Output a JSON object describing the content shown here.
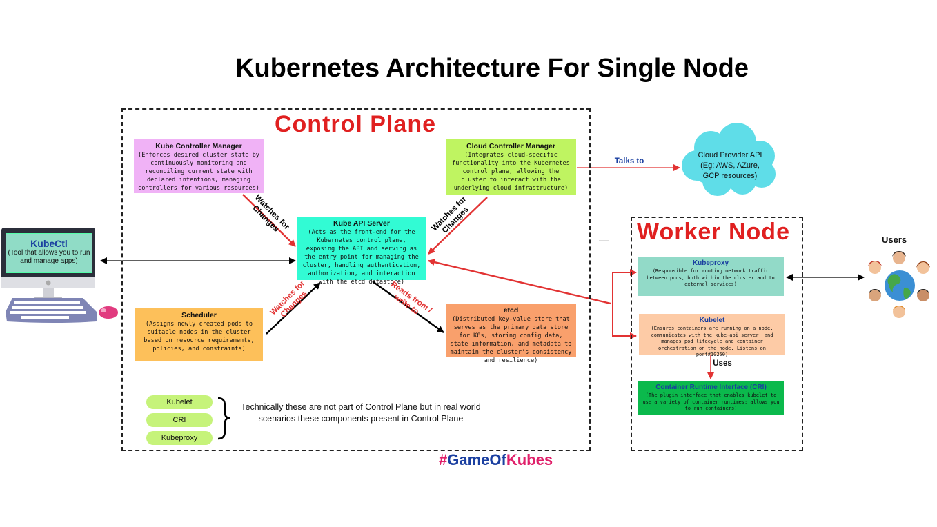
{
  "title": "Kubernetes Architecture For Single Node",
  "control_plane": {
    "label": "Control Plane",
    "kube_controller_manager": {
      "title": "Kube Controller Manager",
      "desc": "(Enforces desired cluster state by continuously monitoring and reconciling current state with declared intentions, managing controllers for various resources)"
    },
    "cloud_controller_manager": {
      "title": "Cloud Controller Manager",
      "desc": "(Integrates cloud-specific functionality into the Kubernetes control plane, allowing the cluster to interact with the underlying cloud infrastructure)"
    },
    "kube_api_server": {
      "title": "Kube API Server",
      "desc": "(Acts as the front-end for the Kubernetes control plane, exposing the API and serving as the entry point for managing the cluster, handling authentication, authorization, and interaction with the etcd datastore)"
    },
    "scheduler": {
      "title": "Scheduler",
      "desc": "(Assigns newly created pods to suitable nodes in the cluster based on resource requirements, policies, and constraints)"
    },
    "etcd": {
      "title": "etcd",
      "desc": "(Distributed key-value store that serves as the primary data store for K8s, storing config data, state information, and metadata to maintain the cluster's consistency and resilience)"
    },
    "pills": [
      "Kubelet",
      "CRI",
      "Kubeproxy"
    ],
    "note": "Technically these are not part of Control Plane but in real world scenarios these components present in Control Plane"
  },
  "edge_labels": {
    "watches_kcm": "Watches for Changes",
    "watches_ccm": "Watches for Changes",
    "watches_sched": "Watches for Changes",
    "reads_writes": "Reads from / write to",
    "talks_to": "Talks to",
    "uses": "Uses"
  },
  "cloud_provider": {
    "text": "Cloud Provider API (Eg: AWS, AZure, GCP resources)"
  },
  "worker_node": {
    "label": "Worker Node",
    "kubeproxy": {
      "title": "Kubeproxy",
      "desc": "(Responsible for routing network traffic between pods, both within the cluster and to external services)"
    },
    "kubelet": {
      "title": "Kubelet",
      "desc": "(Ensures containers are running on a node, communicates with the kube-api server, and manages pod lifecycle and container orchestration on the node. Listens on port#10250)"
    },
    "cri": {
      "title": "Container Runtime Interface (CRI)",
      "desc": "(The plugin interface that enables kubelet to use a variety of container runtimes; allows you to run containers)"
    }
  },
  "kubectl": {
    "title": "KubeCtl",
    "desc": "(Tool that allows you to run  and manage apps)"
  },
  "users_label": "Users",
  "hashtag": {
    "hash": "#",
    "part1": "Game",
    "part2": "Of",
    "part3": "Kubes"
  },
  "colors": {
    "kcm": "#f0b2f6",
    "ccm": "#bff461",
    "api": "#32fbd4",
    "scheduler": "#fdc05a",
    "etcd": "#f9a06c",
    "cloud": "#5fdde8",
    "kubeproxy": "#92dac8",
    "kubelet": "#fdcba6",
    "cri": "#0bb94c",
    "accent_red": "#e02020",
    "accent_blue": "#1a3fa0"
  }
}
